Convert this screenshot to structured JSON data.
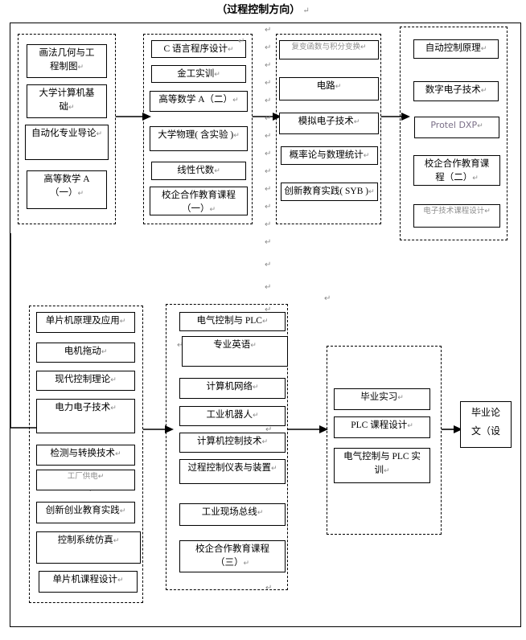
{
  "title": {
    "text": "（过程控制方向）",
    "pilcrow": "↵"
  },
  "pilcrow_glyph": "↵",
  "colors": {
    "line": "#000000",
    "faint_text": "#8e8e8e",
    "protel_text": "#7a6f87",
    "pilcrow": "#8a8a8a",
    "background": "#ffffff"
  },
  "groups": [
    {
      "id": "semester-1",
      "name": "semester-group-1",
      "courses": [
        {
          "label": "画法几何与工\n程制图",
          "pilcrow": true
        },
        {
          "label": "大学计算机基\n础",
          "pilcrow": true
        },
        {
          "label": "自动化专业导论",
          "pilcrow": true
        },
        {
          "label": "高等数学 A\n（一）",
          "pilcrow": true
        }
      ]
    },
    {
      "id": "semester-2",
      "name": "semester-group-2",
      "courses": [
        {
          "label": "C 语言程序设计",
          "pilcrow": true
        },
        {
          "label": "金工实训",
          "pilcrow": true
        },
        {
          "label": "高等数学 A（二）",
          "pilcrow": true
        },
        {
          "label": "大学物理( 含实验 )",
          "pilcrow": true
        },
        {
          "label": "线性代数",
          "pilcrow": true
        },
        {
          "label": "校企合作教育课程\n（一）",
          "pilcrow": true
        }
      ]
    },
    {
      "id": "semester-3",
      "name": "semester-group-3",
      "courses": [
        {
          "label": "复变函数与积分变换",
          "pilcrow": true,
          "style": "faint"
        },
        {
          "label": "电路",
          "pilcrow": true
        },
        {
          "label": "模拟电子技术",
          "pilcrow": true
        },
        {
          "label": "概率论与数理统计",
          "pilcrow": true
        },
        {
          "label": "创新教育实践( SYB )",
          "pilcrow": true
        }
      ]
    },
    {
      "id": "semester-4",
      "name": "semester-group-4",
      "courses": [
        {
          "label": "自动控制原理",
          "pilcrow": true
        },
        {
          "label": "数字电子技术",
          "pilcrow": true
        },
        {
          "label": "Protel DXP",
          "pilcrow": true,
          "style": "protel"
        },
        {
          "label": "校企合作教育课\n程（二）",
          "pilcrow": true
        },
        {
          "label": "电子技术课程设计",
          "pilcrow": true,
          "style": "faint"
        }
      ]
    },
    {
      "id": "semester-5",
      "name": "semester-group-5",
      "courses": [
        {
          "label": "单片机原理及应用",
          "pilcrow": true
        },
        {
          "label": "电机拖动",
          "pilcrow": true
        },
        {
          "label": "现代控制理论",
          "pilcrow": true
        },
        {
          "label": "电力电子技术",
          "pilcrow": true
        },
        {
          "label": "检测与转换技术",
          "pilcrow": true
        },
        {
          "label": "工厂供电",
          "pilcrow": true,
          "style": "faint"
        },
        {
          "label": "创新创业教育实践",
          "pilcrow": true
        },
        {
          "label": "控制系统仿真",
          "pilcrow": true
        },
        {
          "label": "单片机课程设计",
          "pilcrow": true
        }
      ]
    },
    {
      "id": "semester-6",
      "name": "semester-group-6",
      "courses": [
        {
          "label": "电气控制与 PLC",
          "pilcrow": true
        },
        {
          "label": "专业英语",
          "pilcrow": true
        },
        {
          "label": "计算机网络",
          "pilcrow": true
        },
        {
          "label": "工业机器人",
          "pilcrow": true
        },
        {
          "label": "计算机控制技术",
          "pilcrow": true
        },
        {
          "label": "过程控制仪表与装置",
          "pilcrow": true
        },
        {
          "label": "工业现场总线",
          "pilcrow": true
        },
        {
          "label": "校企合作教育课程\n（三）",
          "pilcrow": true
        }
      ]
    },
    {
      "id": "semester-7",
      "name": "semester-group-7",
      "courses": [
        {
          "label": "毕业实习",
          "pilcrow": true
        },
        {
          "label": "PLC 课程设计",
          "pilcrow": true
        },
        {
          "label": "电气控制与 PLC 实\n训",
          "pilcrow": true
        }
      ]
    }
  ],
  "final": {
    "name": "graduation-thesis-box",
    "label": "毕业论\n文（设",
    "pilcrow": false
  }
}
